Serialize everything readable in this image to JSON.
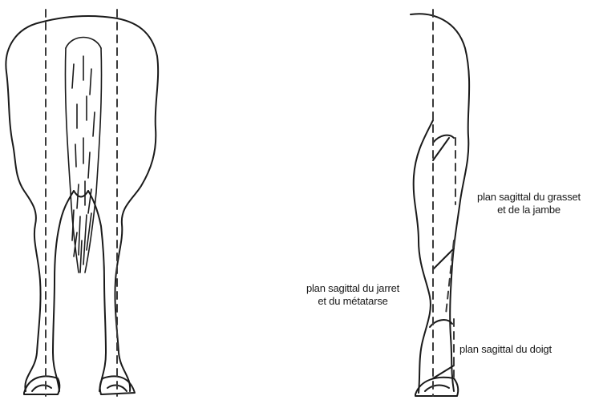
{
  "labels": {
    "grasset": {
      "line1": "plan sagittal du grasset",
      "line2": "et de la jambe"
    },
    "jarret": {
      "line1": "plan sagittal du jarret",
      "line2": "et du métatarse"
    },
    "doigt": {
      "line1": "plan sagittal du doigt"
    }
  },
  "colors": {
    "stroke": "#1a1a1a",
    "dashes": "#3a3a3a",
    "background": "#ffffff"
  }
}
